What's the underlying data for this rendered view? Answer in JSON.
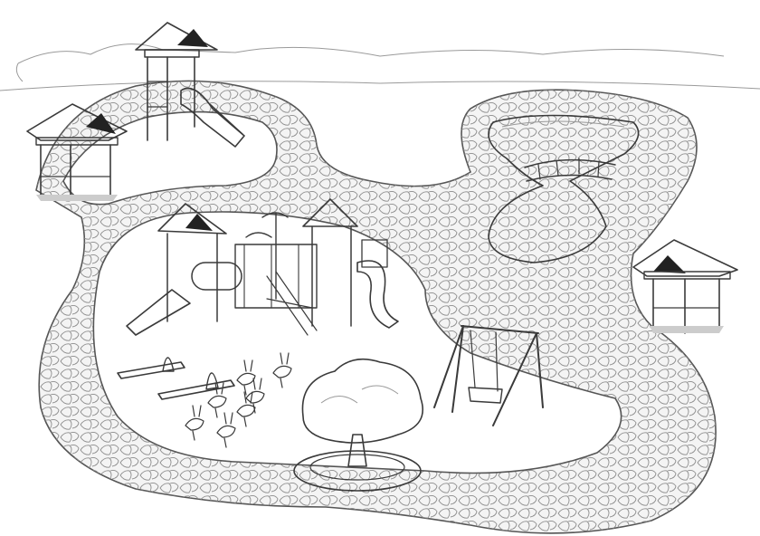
{
  "scene": {
    "style": "pencil sketch",
    "colors": {
      "ink": "#3a3a3a",
      "shade": "#222222",
      "paper": "#ffffff",
      "path": "#f4f4f4"
    },
    "features": [
      "gazebo-left",
      "tower-slide-top",
      "gazebo-right",
      "playground-structure",
      "seesaws",
      "spring-rabbits",
      "swing-set",
      "tree-planter",
      "pond-bridge",
      "winding-cobblestone-path"
    ]
  }
}
